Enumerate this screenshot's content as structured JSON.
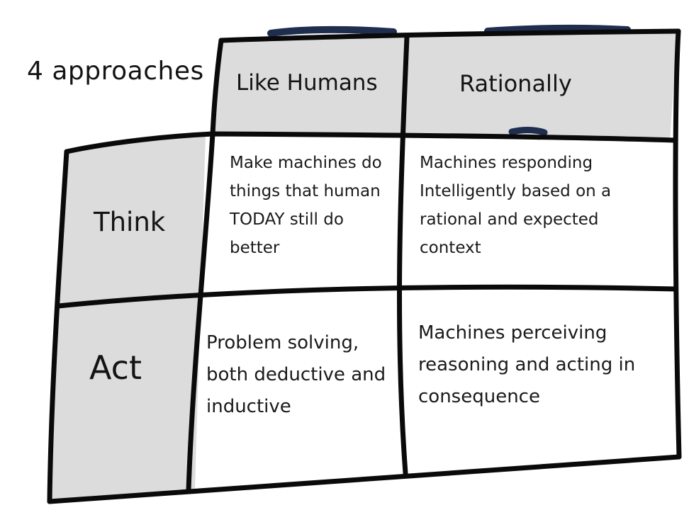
{
  "title": "4 approaches",
  "columns": [
    "Like Humans",
    "Rationally"
  ],
  "rows": [
    "Think",
    "Act"
  ],
  "cells": {
    "think_like_humans": "Make machines do things that human TODAY still do better",
    "think_rationally": "Machines responding Intelligently based on a rational and expected context",
    "act_like_humans": "Problem solving, both deductive and inductive",
    "act_rationally": "Machines perceiving reasoning and acting in consequence"
  },
  "colors": {
    "header_fill": "#dcdcdc",
    "line": "#0a0a0a",
    "accent_marks": "#1f2d4f"
  }
}
